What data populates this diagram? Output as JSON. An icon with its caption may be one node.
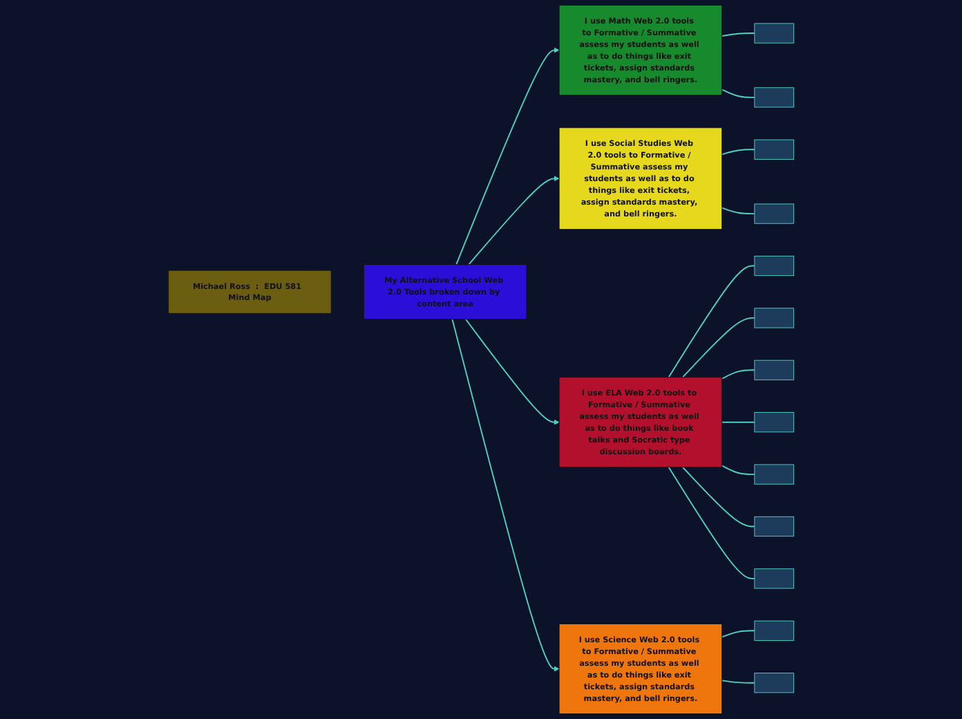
{
  "diagram": {
    "nodes": [
      {
        "text": [
          "Michael Ross  :  EDU 581  Mind Map"
        ]
      },
      {
        "text": [
          "My Alternative School Web 2.0 Tools broken down by content area"
        ]
      },
      {
        "text": [
          "I use Math Web 2.0 tools to Formative / Summative assess my students as well as to do things like exit tickets, assign standards mastery, and bell ringers."
        ]
      },
      {
        "text": [
          "I use Social Studies Web 2.0 tools to Formative / Summative assess my students as well as to do things like exit tickets, assign standards mastery, and bell ringers."
        ]
      },
      {
        "text": [
          "I use ELA Web 2.0 tools to Formative / Summative assess my students as well as to do things like book talks and Socratic type discussion boards."
        ]
      },
      {
        "text": [
          "I use Science Web 2.0 tools to Formative / Summative assess my students as well as to do things like exit tickets, assign standards mastery, and bell ringers."
        ]
      },
      {
        "text": [],
        "shape": "box"
      },
      {
        "text": [],
        "shape": "box"
      },
      {
        "text": [],
        "shape": "box"
      },
      {
        "text": [],
        "shape": "box"
      },
      {
        "text": [],
        "shape": "box"
      },
      {
        "text": [],
        "shape": "box"
      },
      {
        "text": [],
        "shape": "box"
      },
      {
        "text": [],
        "shape": "box"
      },
      {
        "text": [],
        "shape": "box"
      },
      {
        "text": [],
        "shape": "box"
      },
      {
        "text": [],
        "shape": "box"
      },
      {
        "text": [],
        "shape": "box"
      },
      {
        "text": [],
        "shape": "box"
      }
    ],
    "edges": [
      {
        "from": 1,
        "to": 2,
        "arrow": "to"
      },
      {
        "from": 1,
        "to": 3,
        "arrow": "to"
      },
      {
        "from": 1,
        "to": 4,
        "arrow": "to"
      },
      {
        "from": 1,
        "to": 5,
        "arrow": "to"
      },
      {
        "from": 2,
        "to": 6,
        "arrow": "none"
      },
      {
        "from": 2,
        "to": 7,
        "arrow": "none"
      },
      {
        "from": 3,
        "to": 8,
        "arrow": "none"
      },
      {
        "from": 3,
        "to": 9,
        "arrow": "none"
      },
      {
        "from": 4,
        "to": 10,
        "arrow": "none"
      },
      {
        "from": 4,
        "to": 11,
        "arrow": "none"
      },
      {
        "from": 4,
        "to": 12,
        "arrow": "none"
      },
      {
        "from": 4,
        "to": 13,
        "arrow": "none"
      },
      {
        "from": 4,
        "to": 14,
        "arrow": "none"
      },
      {
        "from": 4,
        "to": 15,
        "arrow": "none"
      },
      {
        "from": 4,
        "to": 16,
        "arrow": "none"
      },
      {
        "from": 5,
        "to": 17,
        "arrow": "none"
      },
      {
        "from": 5,
        "to": 18,
        "arrow": "none"
      }
    ]
  }
}
